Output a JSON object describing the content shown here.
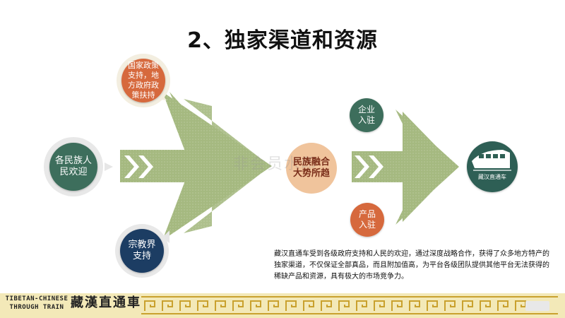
{
  "slide": {
    "title": "2、独家渠道和资源",
    "watermark": "非会员水印",
    "bubbles": {
      "policy": "国家政策\n支持，地\n方政府政\n策扶持",
      "people": "各民族人\n民欢迎",
      "religion": "宗教界\n支持",
      "center": "民族融合\n大势所趋",
      "enterprise": "企业\n入驻",
      "product": "产品\n入驻",
      "train": "藏汉直通车"
    },
    "description": "藏汉直通车受到各级政府支持和人民的欢迎，通过深度战略合作，获得了众多地方特产的独家渠道，不仅保证全部真品，而且附加值高，为平台各级团队提供其他平台无法获得的稀缺产品和资源，具有极大的市场竞争力。"
  },
  "footer": {
    "brand_en": "TIBETAN-CHINESE THROUGH TRAIN",
    "brand_cn": "藏漢直通車"
  },
  "colors": {
    "arrow_green": "#a5b980",
    "orange": "#d6693d",
    "teal": "#3d6e5b",
    "navy": "#1f3c64",
    "peach": "#f0c49c",
    "gray": "#9a9a9a",
    "footer_gold": "#c9a12e",
    "footer_bg": "#f3e9b8"
  },
  "icons": [
    "train-icon",
    "chevron-right-icon"
  ]
}
